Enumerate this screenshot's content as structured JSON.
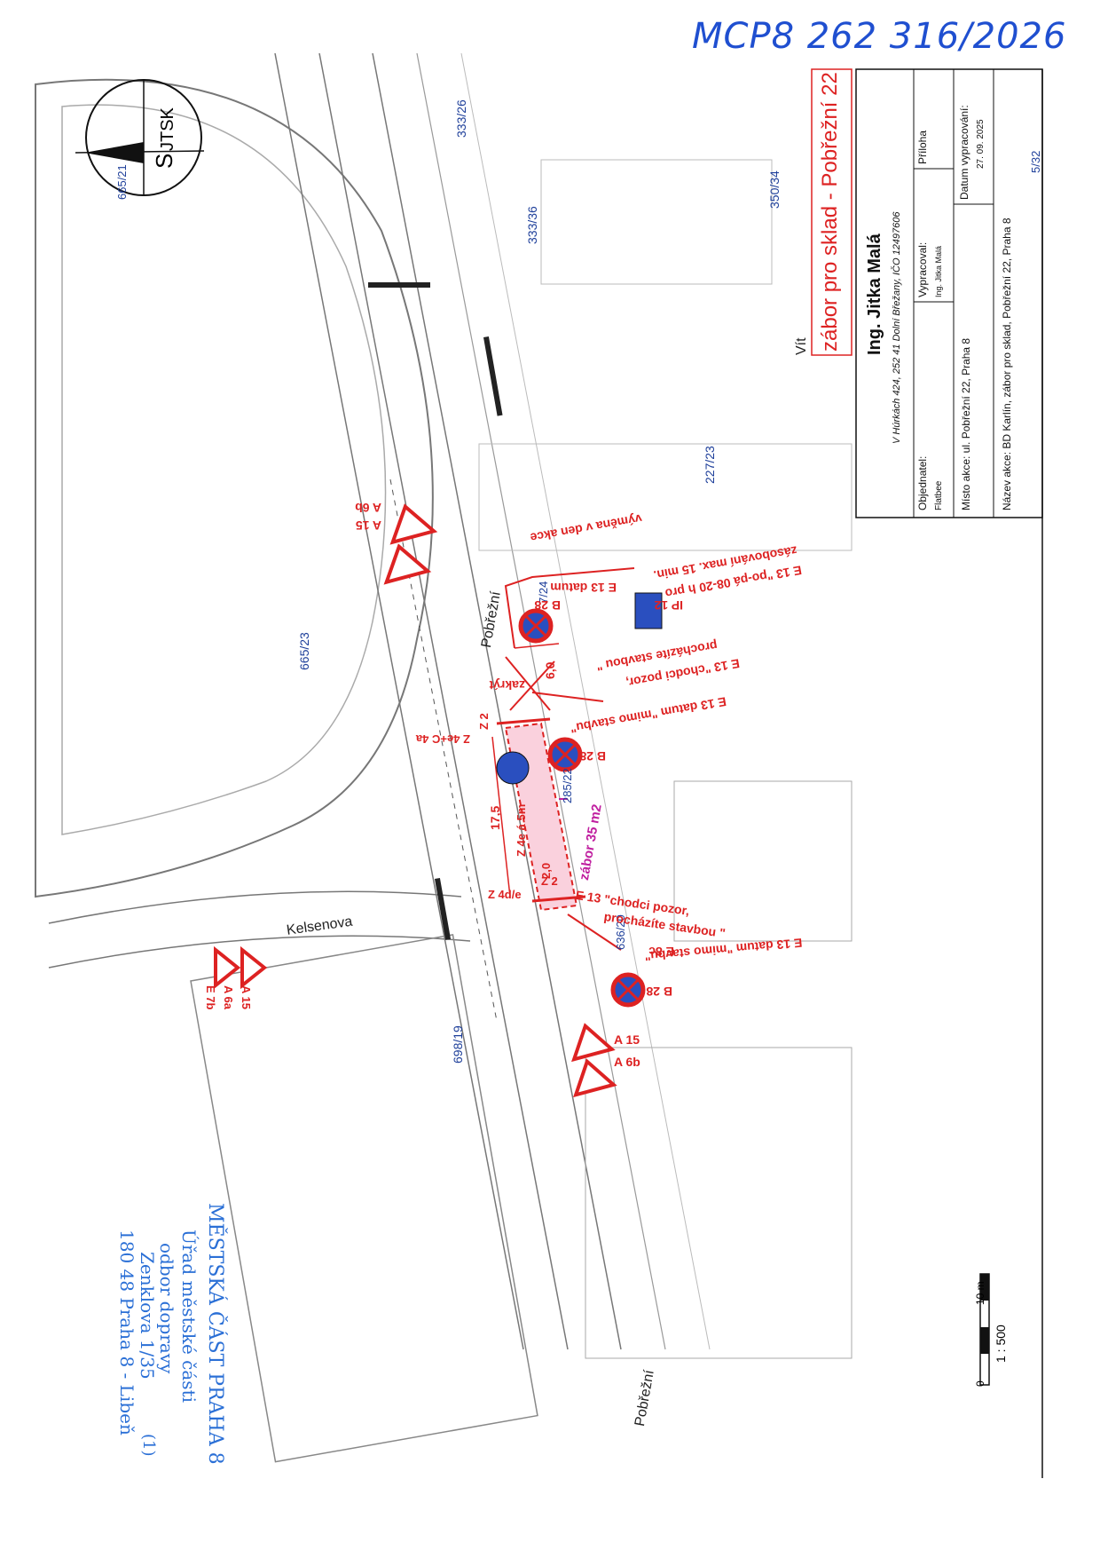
{
  "handwritten_ref": "MCP8 262 316/2026",
  "title_block": {
    "project_title": "zábor pro sklad - Pobřežní 22",
    "company": "Ing. Jitka Malá",
    "address": "V Húrkách 424, 252 41 Dolní Břežany, IČO 12497606",
    "objednatel_label": "Objednatel:",
    "objednatel_value": "Flatbee",
    "vypracoval_label": "Vypracoval:",
    "vypracoval_value": "Ing. Jitka Malá",
    "priloha_label": "Příloha",
    "misto_akce": "Místo akce: ul. Pobřežní 22, Praha 8",
    "datum_label": "Datum vypracování:",
    "datum_value": "27. 09. 2025",
    "nazev_akce": "Název akce: BD Karlín, zábor pro sklad, Pobřežní 22, Praha 8"
  },
  "compass": {
    "north": "S",
    "system": "JTSK"
  },
  "parcels": [
    "333/26",
    "333/36",
    "350/34",
    "665/21",
    "665/23",
    "227/23",
    "285/22",
    "636/20",
    "698/19",
    "5/32",
    "7/24"
  ],
  "streets": [
    "Pobřežní",
    "Kelsenova",
    "Pobřežní"
  ],
  "partial_street": "Vít",
  "signs": {
    "a15_top": "A 15",
    "a6b_top": "A 6b",
    "b28_top": "B 28",
    "e13_top": "E 13 datum",
    "ip12": "IP 12",
    "ip12_note1": "E 13 \"po-pá 08-20 h pro",
    "ip12_note2": "zásobování max. 15 min.",
    "vymena": "výměna v den akce",
    "zakryt": "zakrýt",
    "chodci1_a": "E 13 \"chodci pozor,",
    "chodci1_b": "procházíte stavbou \"",
    "nimo1": "E 13 datum \"mimo stavbu\"",
    "b28_mid": "B 28",
    "z2_top": "Z 2",
    "z4e_c4a": "Z 4e+C 4a",
    "dim_60": "6,0",
    "dim_175": "17,5",
    "z4e_5m": "Z 4e á 5m",
    "dim_20": "2,0",
    "zabor": "zábor 35 m2",
    "z4d": "Z 4d/e",
    "z2_bot": "Z 2",
    "chodci2_a": "E 13 \"chodci pozor,",
    "chodci2_b": "procházíte stavbou \"",
    "nimo2_a": "E 13 datum \"mimo stavbu\"",
    "nimo2_b": "E 8c",
    "b28_bot": "B 28",
    "a15_left": "A 15",
    "a6a_left": "A 6a",
    "e7b_left": "E 7b",
    "a15_bot": "A 15",
    "a6b_bot": "A 6b"
  },
  "scale": {
    "zero": "0",
    "ten": "10 m",
    "ratio": "1 : 500"
  },
  "stamp": {
    "line1": "MĚSTSKÁ ČÁST PRAHA 8",
    "line2": "Úřad městské části",
    "line3": "odbor dopravy",
    "line4": "Zenklova 1/35",
    "line5": "180 48 Praha 8 - Libeň",
    "num": "(1)"
  }
}
